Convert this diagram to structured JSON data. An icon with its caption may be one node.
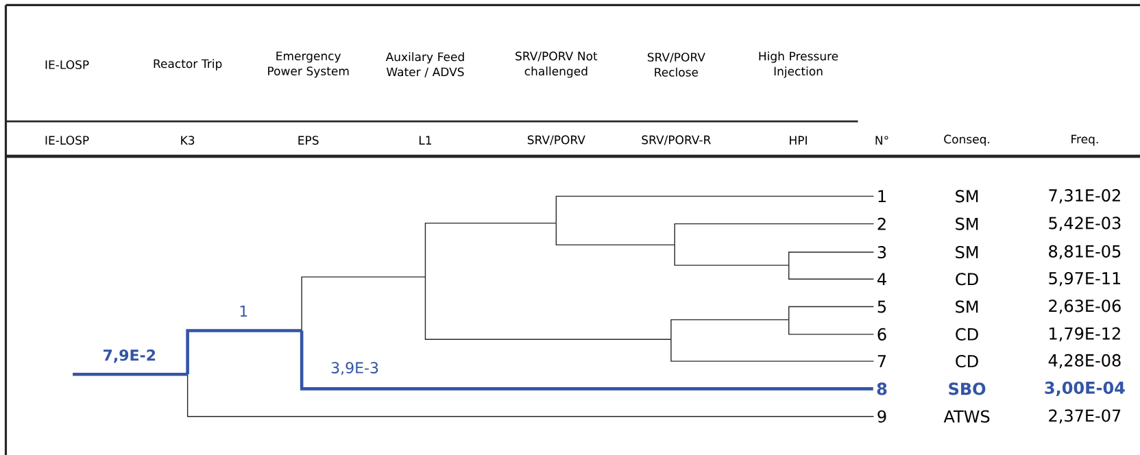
{
  "diagram": {
    "nodes": [
      {
        "text": [
          "1"
        ]
      },
      {
        "text": [
          "2"
        ]
      },
      {
        "text": [
          "3"
        ]
      },
      {
        "text": [
          "4"
        ]
      },
      {
        "text": [
          "5"
        ]
      },
      {
        "text": [
          "6"
        ]
      },
      {
        "text": [
          "7"
        ]
      },
      {
        "text": [
          "8"
        ]
      },
      {
        "text": [
          "9"
        ]
      }
    ],
    "edges": [
      {
        "from": null,
        "to": 0,
        "arrow": "none"
      },
      {
        "from": null,
        "to": 1,
        "arrow": "none"
      },
      {
        "from": null,
        "to": 2,
        "arrow": "none"
      },
      {
        "from": null,
        "to": 3,
        "arrow": "none"
      },
      {
        "from": null,
        "to": 4,
        "arrow": "none"
      },
      {
        "from": null,
        "to": 5,
        "arrow": "none"
      },
      {
        "from": null,
        "to": 6,
        "arrow": "none"
      },
      {
        "from": null,
        "to": 7,
        "arrow": "none",
        "label": "3,9E-3",
        "style": "thick",
        "color": "#3355a5"
      },
      {
        "from": null,
        "to": 8,
        "arrow": "none"
      }
    ],
    "labels": [
      "IE-LOSP",
      "Reactor Trip",
      "Emergency Power System",
      "Auxilary Feed Water / ADVS",
      "SRV/PORV Not challenged",
      "SRV/PORV Reclose",
      "High Pressure Injection",
      "IE-LOSP",
      "K3",
      "EPS",
      "L1",
      "SRV/PORV",
      "SRV/PORV-R",
      "HPI",
      "N°",
      "Conseq.",
      "Freq.",
      "1",
      "7,9E-2",
      "SM",
      "7,31E-02",
      "SM",
      "5,42E-03",
      "SM",
      "8,81E-05",
      "CD",
      "5,97E-11",
      "SM",
      "2,63E-06",
      "CD",
      "1,79E-12",
      "CD",
      "4,28E-08",
      "SBO",
      "3,00E-04",
      "ATWS",
      "2,37E-07"
    ]
  }
}
